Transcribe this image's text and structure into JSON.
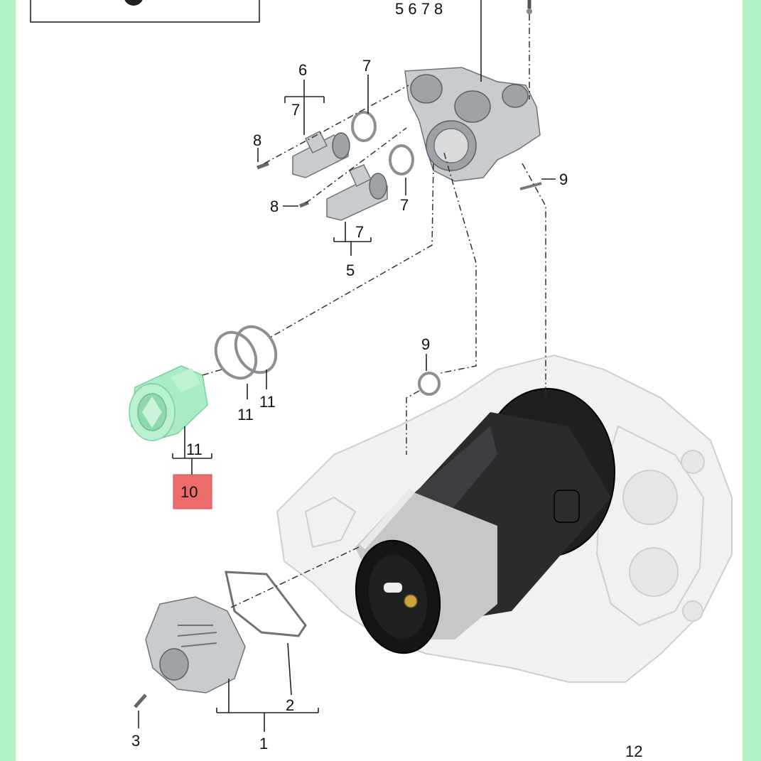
{
  "diagram": {
    "top_group_label": "5 6 7 8",
    "highlight_color": "#ee6b6b",
    "highlight_part_color": "#a9ecc6",
    "page_number": "12",
    "callouts": {
      "c1": "1",
      "c2": "2",
      "c3": "3",
      "c5": "5",
      "c6": "6",
      "c7a": "7",
      "c7b": "7",
      "c7c": "7",
      "c7d": "7",
      "c8a": "8",
      "c8b": "8",
      "c9a": "9",
      "c9b": "9",
      "c10": "10",
      "c11a": "11",
      "c11b": "11",
      "c11c": "11"
    }
  }
}
